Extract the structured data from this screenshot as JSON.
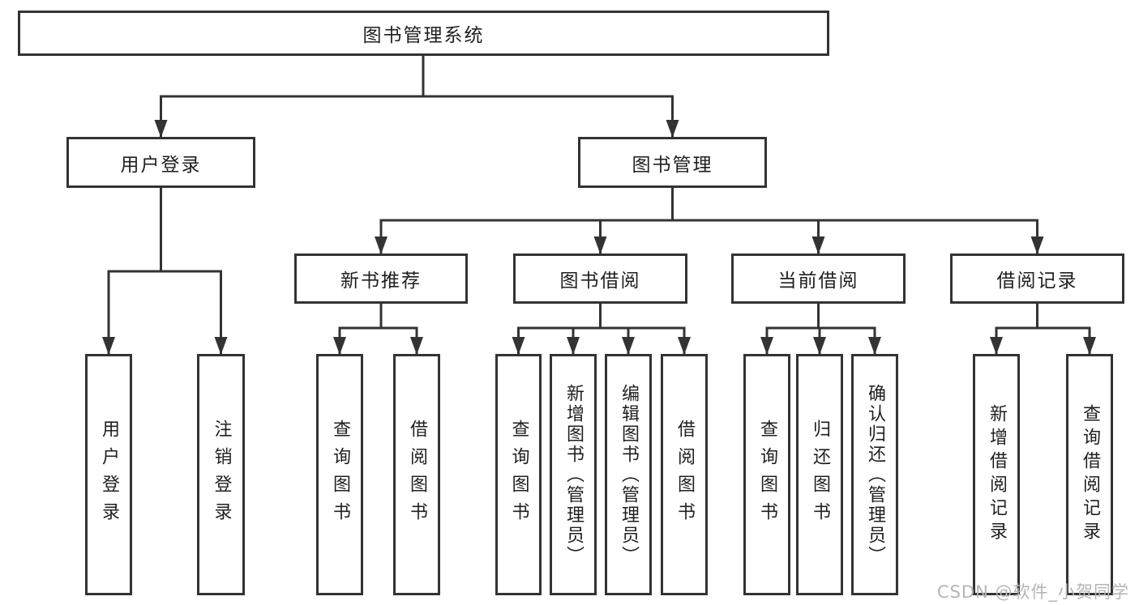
{
  "diagram_title": "图书管理系统",
  "tree": {
    "label": "图书管理系统",
    "children": [
      {
        "label": "用户登录",
        "children": [
          {
            "label": "用户登录"
          },
          {
            "label": "注销登录"
          }
        ]
      },
      {
        "label": "图书管理",
        "children": [
          {
            "label": "新书推荐",
            "children": [
              {
                "label": "查询图书"
              },
              {
                "label": "借阅图书"
              }
            ]
          },
          {
            "label": "图书借阅",
            "children": [
              {
                "label": "查询图书"
              },
              {
                "label": "新增图书（管理员）"
              },
              {
                "label": "编辑图书（管理员）"
              },
              {
                "label": "借阅图书"
              }
            ]
          },
          {
            "label": "当前借阅",
            "children": [
              {
                "label": "查询图书"
              },
              {
                "label": "归还图书"
              },
              {
                "label": "确认归还（管理员）"
              }
            ]
          },
          {
            "label": "借阅记录",
            "children": [
              {
                "label": "新增借阅记录"
              },
              {
                "label": "查询借阅记录"
              }
            ]
          }
        ]
      }
    ]
  },
  "watermark": "CSDN @软件_小贺同学",
  "colors": {
    "line": "#333333",
    "box_border": "#333333",
    "box_fill": "#ffffff",
    "text": "#1f1f1f",
    "watermark_text": "#b5b5b5",
    "background": "#ffffff"
  }
}
